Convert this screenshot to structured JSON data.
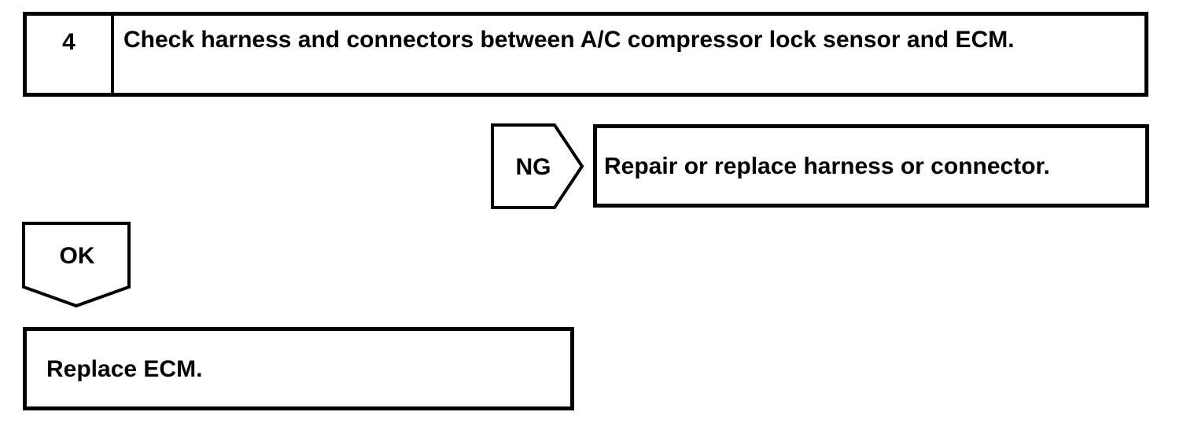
{
  "colors": {
    "line": "#000000",
    "background": "#ffffff",
    "text": "#000000"
  },
  "flowchart": {
    "step": {
      "number": "4",
      "instruction": "Check harness and connectors between A/C compressor lock sensor and ECM."
    },
    "ng_branch": {
      "label": "NG",
      "action": "Repair or replace harness or connector."
    },
    "ok_branch": {
      "label": "OK",
      "action": "Replace ECM."
    }
  }
}
